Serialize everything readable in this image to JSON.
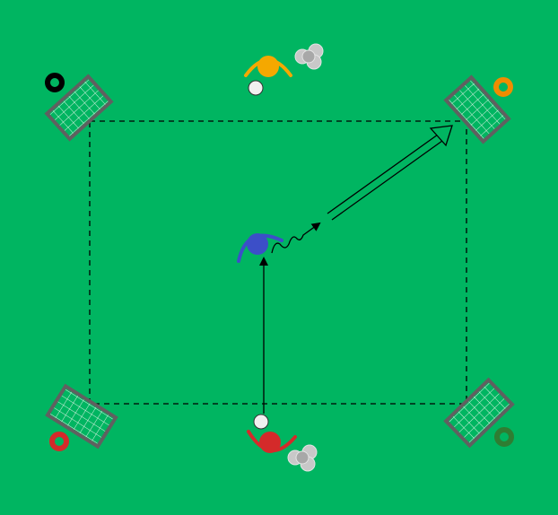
{
  "colors": {
    "field": "#00b561",
    "goal_frame": "#606060",
    "goal_net": "#d8f0e0",
    "player_yellow": "#f5a800",
    "player_blue": "#3c4fc8",
    "player_red": "#d42a2a",
    "ball": "#f0f0f0",
    "ball_bag": "#c8c8c8",
    "cone_black": "#000000",
    "cone_orange": "#f08c00",
    "cone_red": "#d42a2a",
    "cone_green": "#2f7d32"
  },
  "elements": {
    "area": "dashed-square",
    "goals": [
      "top-left",
      "top-right",
      "bottom-left",
      "bottom-right"
    ],
    "cones": [
      "black",
      "orange",
      "red",
      "green"
    ],
    "players": [
      "yellow",
      "blue",
      "red"
    ],
    "movements": [
      "run",
      "dribble",
      "pass"
    ]
  }
}
